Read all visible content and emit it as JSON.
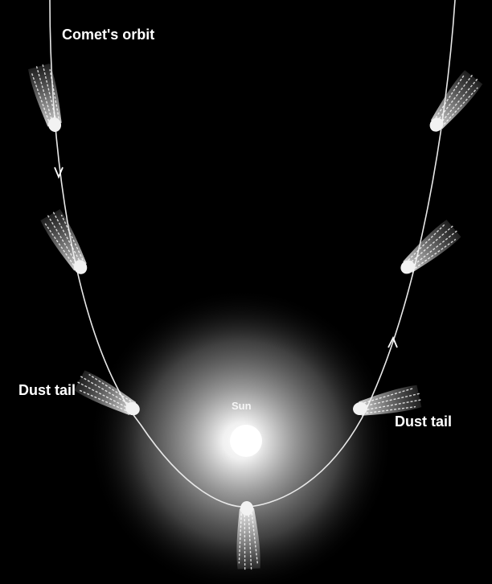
{
  "labels": {
    "orbit": "Comet's orbit",
    "dust_tail_left": "Dust tail",
    "dust_tail_right": "Dust tail",
    "sun": "Sun"
  },
  "colors": {
    "background": "#000000",
    "orbit_line": "#e8e8e8",
    "sun_core": "#ffffff",
    "comet_head": "#f2f2f2"
  }
}
